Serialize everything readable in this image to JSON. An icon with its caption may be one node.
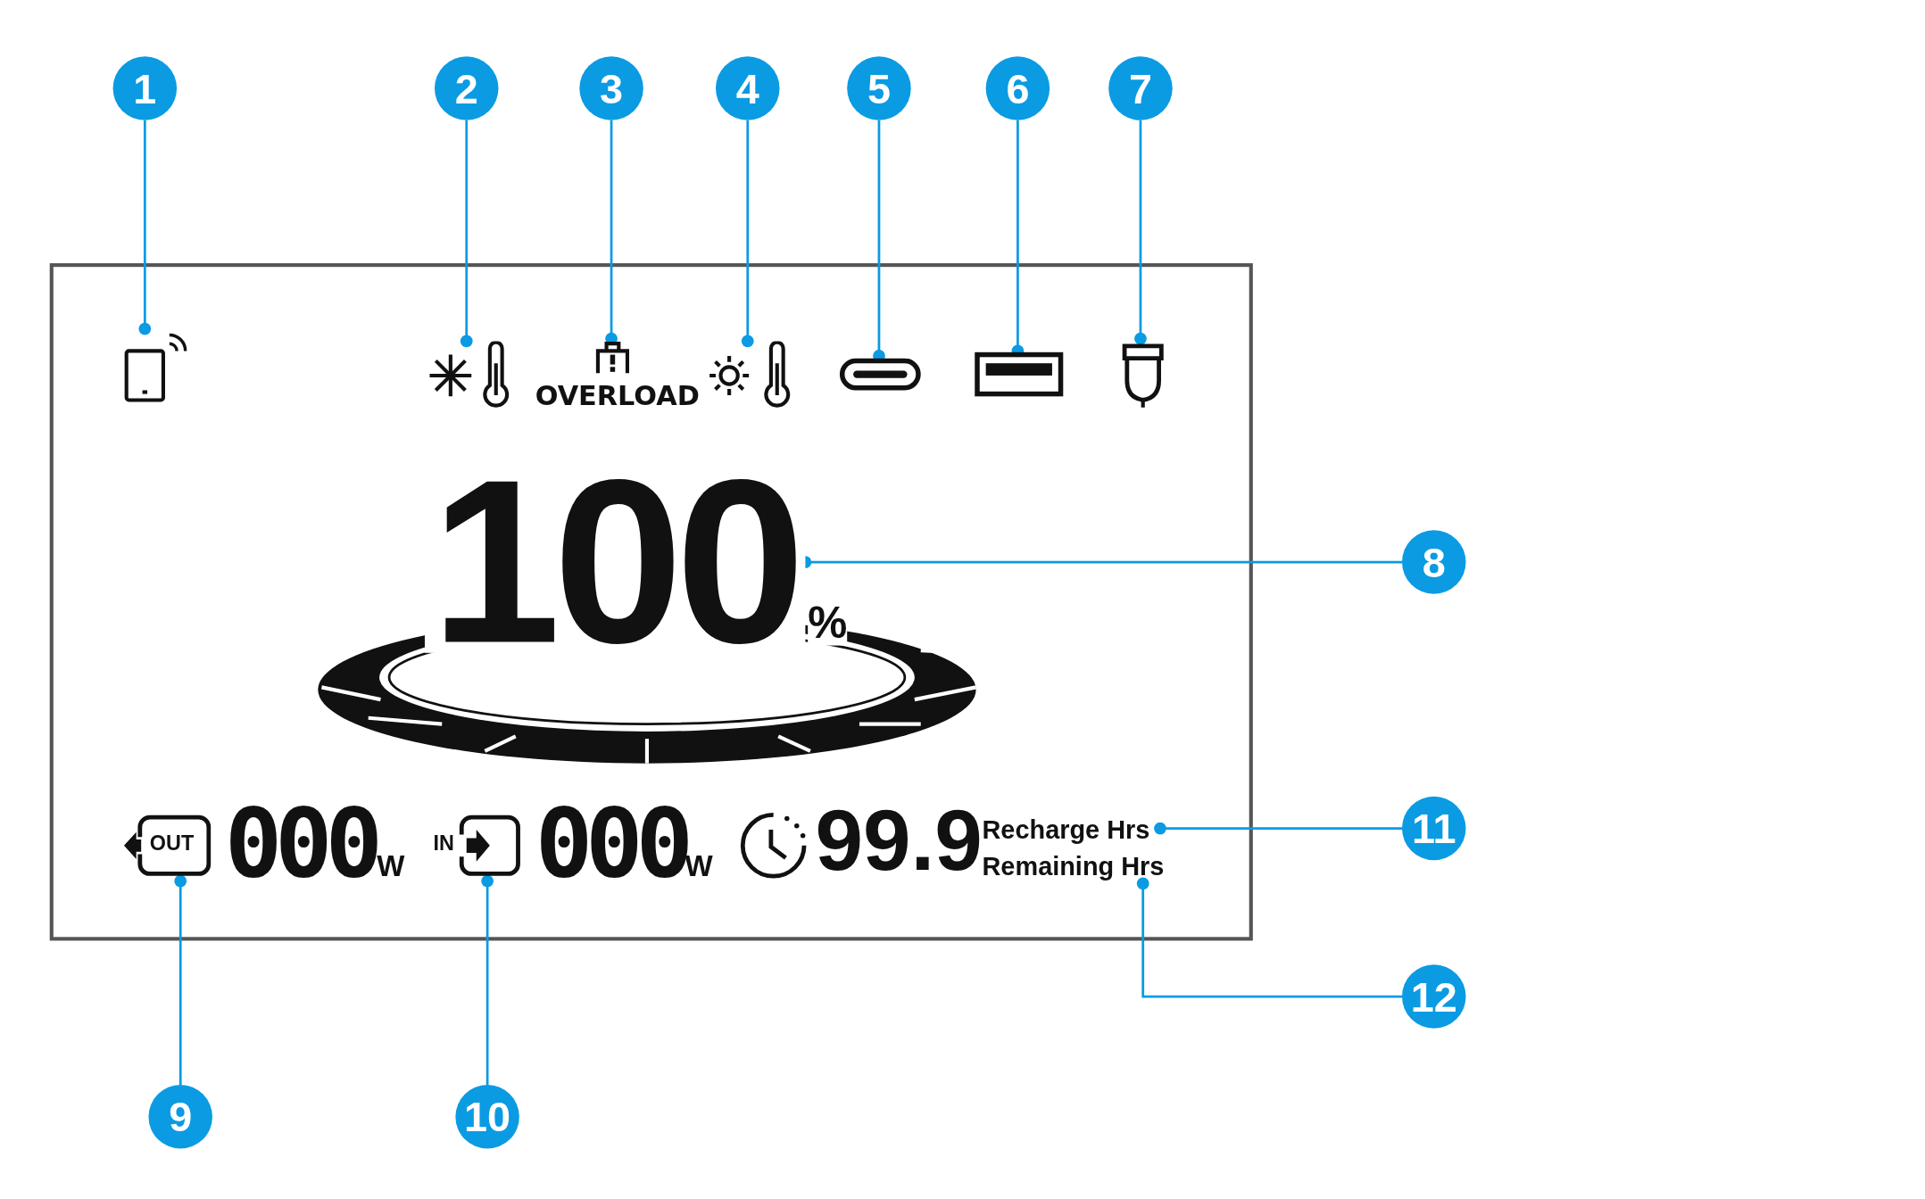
{
  "diagram": {
    "nodes": [
      {
        "text": [
          "1"
        ]
      },
      {
        "text": [
          "2"
        ]
      },
      {
        "text": [
          "3"
        ]
      },
      {
        "text": [
          "4"
        ]
      },
      {
        "text": [
          "5"
        ]
      },
      {
        "text": [
          "6"
        ]
      },
      {
        "text": [
          "7"
        ]
      },
      {
        "text": [
          "8"
        ]
      },
      {
        "text": [
          "9"
        ]
      },
      {
        "text": [
          "10"
        ]
      },
      {
        "text": [
          "11"
        ]
      },
      {
        "text": [
          "12"
        ]
      },
      {
        "text": [],
        "shape": "phone"
      },
      {
        "text": [],
        "shape": "thermometer"
      },
      {
        "text": [
          "OVERLOAD"
        ]
      },
      {
        "text": [],
        "shape": "thermometer"
      },
      {
        "text": [],
        "shape": "port"
      },
      {
        "text": [],
        "shape": "port"
      },
      {
        "text": [],
        "shape": "socket"
      },
      {
        "text": [
          "100"
        ]
      },
      {
        "text": [
          "OUT"
        ]
      },
      {
        "text": [
          "IN"
        ]
      },
      {
        "text": [
          "Recharge Hrs"
        ]
      },
      {
        "text": [
          "Remaining Hrs"
        ]
      }
    ],
    "edges": [
      {
        "from": 0,
        "to": 12,
        "arrow": "other"
      },
      {
        "from": 1,
        "to": 13,
        "arrow": "other"
      },
      {
        "from": 2,
        "to": 14,
        "arrow": "other"
      },
      {
        "from": 3,
        "to": 15,
        "arrow": "other"
      },
      {
        "from": 4,
        "to": 16,
        "arrow": "other"
      },
      {
        "from": 5,
        "to": 17,
        "arrow": "other"
      },
      {
        "from": 6,
        "to": 18,
        "arrow": "other"
      },
      {
        "from": 7,
        "to": 19,
        "arrow": "other"
      },
      {
        "from": 8,
        "to": 20,
        "arrow": "other"
      },
      {
        "from": 9,
        "to": 21,
        "arrow": "other"
      },
      {
        "from": 10,
        "to": 22,
        "arrow": "other"
      },
      {
        "from": 11,
        "to": 23,
        "arrow": "other"
      }
    ],
    "labels": [
      "%",
      "000",
      "W",
      "000",
      "W",
      "99.9"
    ]
  }
}
